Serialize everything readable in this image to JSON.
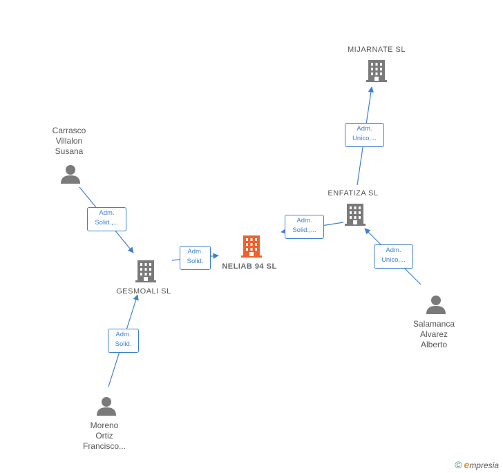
{
  "nodes": {
    "mijarnate": {
      "label": "MIJARNATE  SL",
      "kind": "company"
    },
    "enfatiza": {
      "label": "ENFATIZA  SL",
      "kind": "company"
    },
    "neliab": {
      "label": "NELIAB 94  SL",
      "kind": "company-main"
    },
    "gesmoali": {
      "label": "GESMOALI  SL",
      "kind": "company"
    },
    "carrasco": {
      "label": "Carrasco\nVillalon\nSusana",
      "kind": "person"
    },
    "salamanca": {
      "label": "Salamanca\nAlvarez\nAlberto",
      "kind": "person"
    },
    "moreno": {
      "label": "Moreno\nOrtiz\nFrancisco...",
      "kind": "person"
    }
  },
  "edges": {
    "enfatiza_mijarnate": "Adm.\nUnico,...",
    "enfatiza_neliab": "Adm.\nSolid.,...",
    "salamanca_enfatiza": "Adm.\nUnico,...",
    "carrasco_gesmoali": "Adm.\nSolid.,...",
    "gesmoali_neliab": "Adm.\nSolid.",
    "moreno_gesmoali": "Adm.\nSolid."
  },
  "colors": {
    "edge": "#3d7fd0",
    "icon": "#7a7a7a",
    "main_icon": "#f0622d"
  },
  "brand": {
    "copyright": "©",
    "e": "e",
    "rest": "mpresia"
  }
}
